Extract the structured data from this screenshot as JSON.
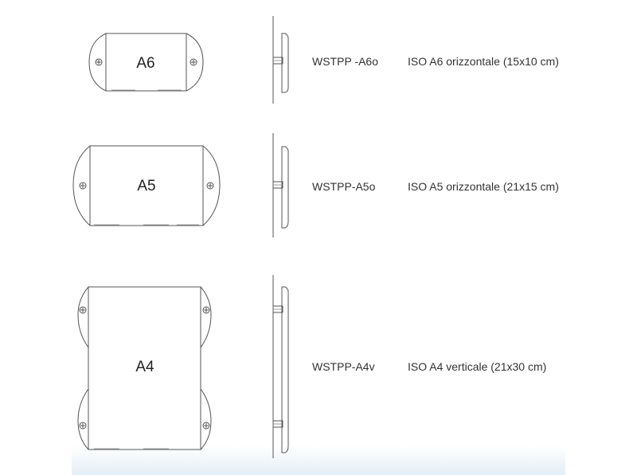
{
  "rows": [
    {
      "format": "A6",
      "code": "WSTPP -A6o",
      "description": "ISO A6 orizzontale (15x10 cm)"
    },
    {
      "format": "A5",
      "code": "WSTPP-A5o",
      "description": "ISO A5 orizzontale (21x15 cm)"
    },
    {
      "format": "A4",
      "code": "WSTPP-A4v",
      "description": "ISO A4 verticale (21x30 cm)"
    }
  ]
}
